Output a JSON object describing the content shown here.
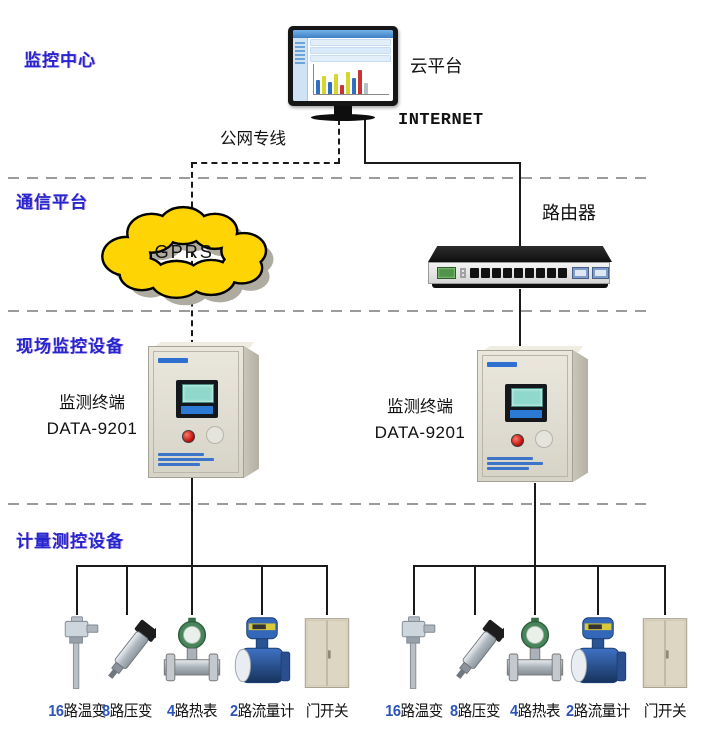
{
  "sections": {
    "monitoring_center": "监控中心",
    "communication_platform": "通信平台",
    "field_monitoring": "现场监控设备",
    "metering_devices": "计量测控设备"
  },
  "cloud_platform_label": "云平台",
  "links": {
    "public_line": "公网专线",
    "internet": "INTERNET"
  },
  "gprs_label": "GPRS",
  "router_label": "路由器",
  "terminal": {
    "name": "监测终端",
    "model": "DATA-9201"
  },
  "devices": [
    {
      "num": "16",
      "name": "路温变",
      "icon": "temperature-transmitter-icon"
    },
    {
      "num": "8",
      "name": "路压变",
      "icon": "pressure-transmitter-icon"
    },
    {
      "num": "4",
      "name": "路热表",
      "icon": "heat-meter-icon"
    },
    {
      "num": "2",
      "name": "路流量计",
      "icon": "flow-meter-icon"
    },
    {
      "num": "",
      "name": "门开关",
      "icon": "door-switch-icon"
    }
  ],
  "colors": {
    "section_label": "#2626d0",
    "cloud_fill": "#ffd405",
    "line": "#1a1a1a",
    "divider": "#9b9b9b",
    "device_number": "#2d55b8",
    "cabinet_body": "#e0ddd2",
    "router_body": "#1a1a1a"
  }
}
